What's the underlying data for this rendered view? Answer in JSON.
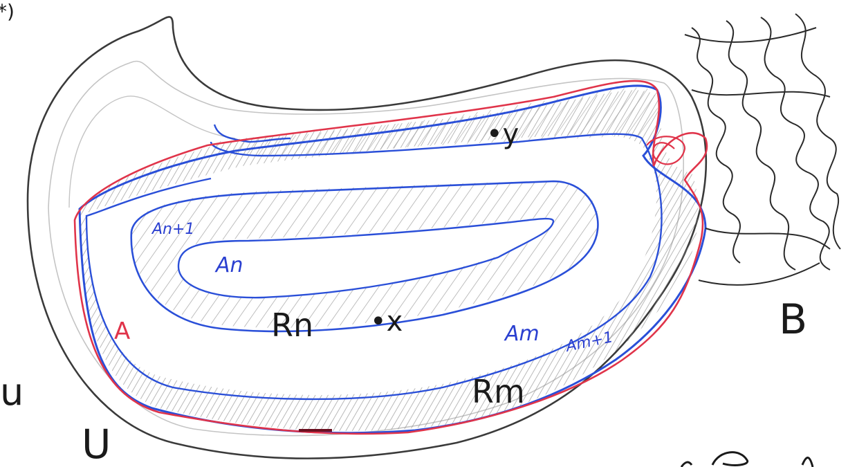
{
  "labels": {
    "corner_mark": "*)",
    "u_left": "u",
    "u_bottom": "U",
    "b_right": "B",
    "y_point": "•y",
    "x_point": "•x",
    "a_red": "A",
    "a_n_plus_1": "An+1",
    "a_n": "An",
    "r_n": "Rn",
    "a_m": "Am",
    "a_m_plus_1": "Am+1",
    "r_m": "Rm"
  },
  "colors": {
    "ink_black": "#1a1a1a",
    "ink_blue": "#2a3fd0",
    "ink_red": "#e0344a",
    "hatch_gray": "#9a9a9a",
    "faint_gray": "#c4c4c4"
  }
}
